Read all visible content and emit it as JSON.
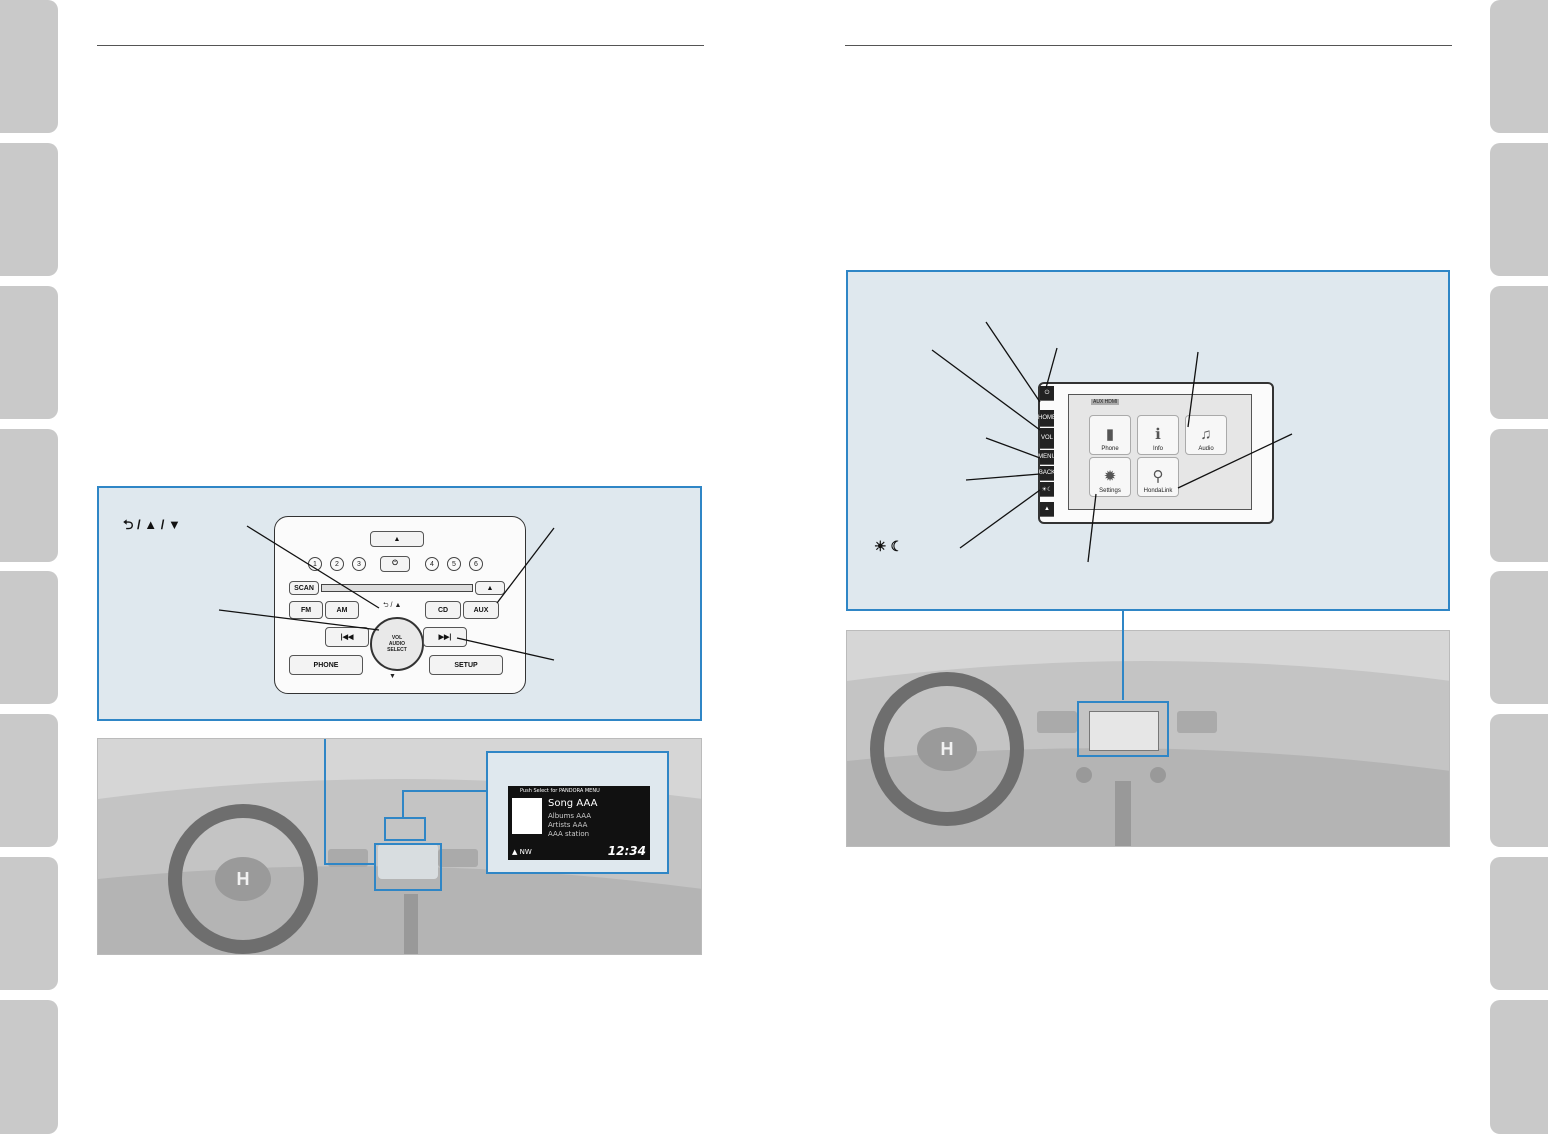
{
  "left_figure": {
    "back_arrows_label": "⮌ / ▲ / ▼",
    "panel": {
      "presets": [
        "1",
        "2",
        "3",
        "4",
        "5",
        "6"
      ],
      "eject_label": "▲",
      "power_label": "⏻",
      "scan_label": "SCAN",
      "disc_eject_label": "▲",
      "fm_label": "FM",
      "am_label": "AM",
      "back_label": "⮌ / ▲",
      "cd_label": "CD",
      "aux_label": "AUX",
      "skip_back_label": "|◀◀",
      "skip_fwd_label": "▶▶|",
      "knob_label": "VOL\nAUDIO\nSELECT",
      "down_label": "▼",
      "phone_label": "PHONE",
      "setup_label": "SETUP"
    },
    "display": {
      "header": "Push Select for PANDORA MENU",
      "song": "Song AAA",
      "albums": "Albums AAA",
      "artists": "Artists AAA",
      "station": "AAA station",
      "compass": "▲ NW",
      "clock": "12:34"
    }
  },
  "right_figure": {
    "day_night_label": "☀ ☾",
    "screen": {
      "source_label": "AUX HDMI",
      "tiles": [
        {
          "label": "Phone",
          "icon": "phone-icon"
        },
        {
          "label": "Info",
          "icon": "info-icon"
        },
        {
          "label": "Audio",
          "icon": "music-icon"
        },
        {
          "label": "Settings",
          "icon": "gear-icon"
        },
        {
          "label": "HondaLink",
          "icon": "link-icon"
        }
      ],
      "side_buttons": [
        "⏻",
        "HOME",
        "VOL",
        "MENU",
        "BACK",
        "☀☾",
        "▲"
      ]
    }
  },
  "colors": {
    "accent_blue": "#2f86c6",
    "tab_gray": "#c9c9c9",
    "callout_bg": "#dfe8ee"
  }
}
